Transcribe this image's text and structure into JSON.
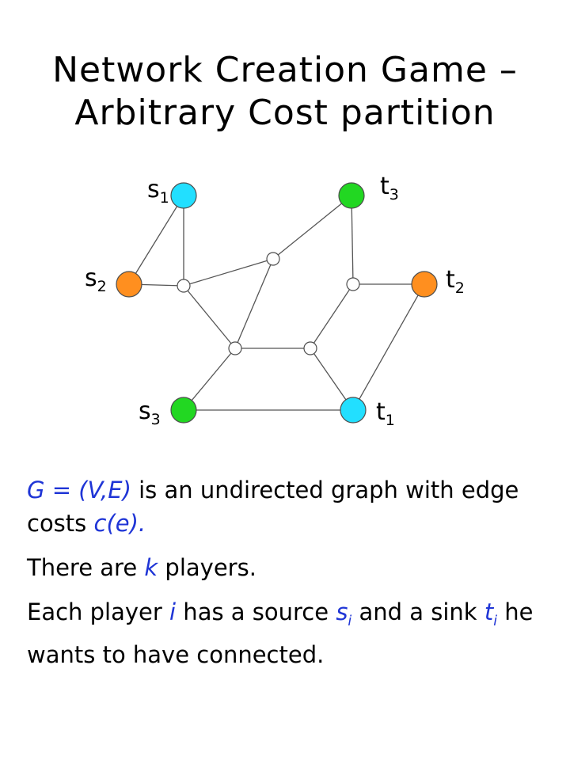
{
  "title": {
    "line1": "Network Creation Game –",
    "line2": "Arbitrary Cost partition"
  },
  "graph": {
    "node_colors": {
      "cyan": "#22dfff",
      "orange": "#ff8f1f",
      "green": "#22d722",
      "steiner": "#ffffff",
      "stroke": "#4d4d4d",
      "edge": "#555555"
    },
    "labels": {
      "s1": {
        "main": "s",
        "sub": "1"
      },
      "s2": {
        "main": "s",
        "sub": "2"
      },
      "s3": {
        "main": "s",
        "sub": "3"
      },
      "t1": {
        "main": "t",
        "sub": "1"
      },
      "t2": {
        "main": "t",
        "sub": "2"
      },
      "t3": {
        "main": "t",
        "sub": "3"
      }
    }
  },
  "text": {
    "p1": {
      "a": "G = (V,E)",
      "b": " is an undirected graph with edge costs ",
      "c": "c(e)",
      "d": "."
    },
    "p2": {
      "a": "There are ",
      "b": "k",
      "c": " players."
    },
    "p3": {
      "a": "Each player ",
      "b": "i",
      "c": " has a source ",
      "d_main": "s",
      "d_sub": "i",
      "e": " and a sink ",
      "f_main": "t",
      "f_sub": "i",
      "g": " he wants to have connected."
    }
  }
}
